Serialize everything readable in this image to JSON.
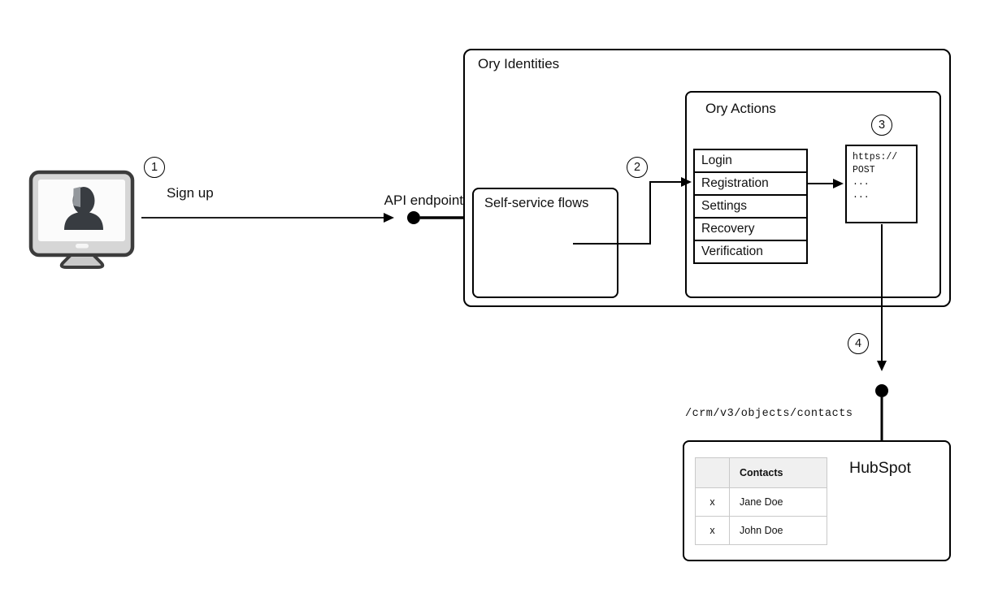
{
  "client": {
    "icon": "user-computer-icon"
  },
  "steps": {
    "s1": "1",
    "s2": "2",
    "s3": "3",
    "s4": "4"
  },
  "labels": {
    "sign_up": "Sign up",
    "api_endpoint": "API endpoint"
  },
  "ory_identities": {
    "title": "Ory Identities",
    "self_service_flows": {
      "title": "Self-service flows"
    },
    "ory_actions": {
      "title": "Ory Actions",
      "flows": [
        "Login",
        "Registration",
        "Settings",
        "Recovery",
        "Verification"
      ],
      "webhook": {
        "lines": [
          "https://",
          "POST",
          "...",
          "..."
        ]
      }
    }
  },
  "hubspot": {
    "endpoint": "/crm/v3/objects/contacts",
    "title": "HubSpot",
    "contacts_table": {
      "headers": [
        "",
        "Contacts"
      ],
      "rows": [
        [
          "x",
          "Jane Doe"
        ],
        [
          "x",
          "John Doe"
        ]
      ]
    }
  },
  "colors": {
    "line": "#000000",
    "table_header_bg": "#f0f0f0",
    "table_border": "#c9c9c9"
  }
}
